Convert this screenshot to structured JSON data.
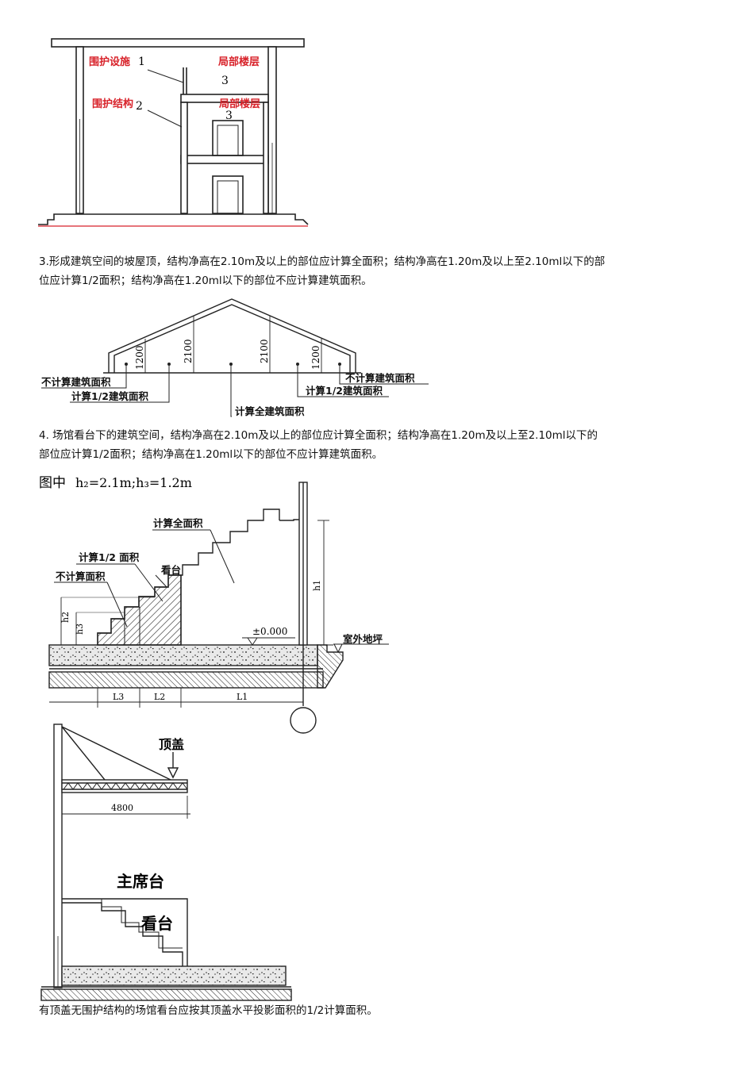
{
  "fig1": {
    "label_guard_facility": "围护设施",
    "label_guard_structure": "围护结构",
    "label_partial_floor_top": "局部楼层",
    "label_partial_floor_mid": "局部楼层",
    "num1": "1",
    "num2": "2",
    "num3_top": "3",
    "num3_mid": "3"
  },
  "para3": {
    "line1": "3.形成建筑空间的坡屋顶，结构净高在2.10m及以上的部位应计算全面积；结构净高在1.20m及以上至2.10ml以下的部",
    "line2": "位应计算1/2面积；结构净高在1.20ml以下的部位不应计算建筑面积。"
  },
  "fig2": {
    "dim_1200_left": "1200",
    "dim_2100_left": "2100",
    "dim_2100_right": "2100",
    "dim_1200_right": "1200",
    "no_calc_left": "不计算建筑面积",
    "half_calc_left": "计算1/2建筑面积",
    "full_calc": "计算全建筑面积",
    "half_calc_right": "计算1/2建筑面积",
    "no_calc_right": "不计算建筑面积"
  },
  "para4": {
    "line1": "4. 场馆看台下的建筑空间，结构净高在2.10m及以上的部位应计算全面积；结构净高在1.20m及以上至2.10ml以下的",
    "line2": "部位应计算1/2面积；结构净高在1.20ml以下的部位不应计算建筑面积。"
  },
  "fig3": {
    "caption_prefix": "图中",
    "caption_formula": "h₂=2.1m;h₃=1.2m",
    "label_full": "计算全面积",
    "label_half": "计算1/2 面积",
    "label_none": "不计算面积",
    "label_stand": "看台",
    "label_zero": "±0.000",
    "label_outdoor": "室外地坪",
    "dim_h1": "h1",
    "dim_h2": "h2",
    "dim_h3": "h3",
    "dim_L3": "L3",
    "dim_L2": "L2",
    "dim_L1": "L1"
  },
  "fig4": {
    "label_roof": "顶盖",
    "dim_4800": "4800",
    "label_rostrum": "主席台",
    "label_stand": "看台"
  },
  "para5": {
    "line1": "有顶盖无围护结构的场馆看台应按其顶盖水平投影面积的1/2计算面积。"
  }
}
